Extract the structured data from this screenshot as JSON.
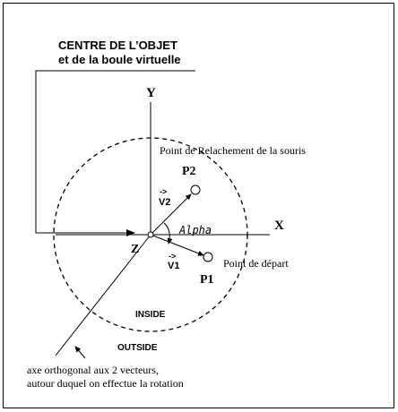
{
  "diagram": {
    "caption_line1": "CENTRE DE L’OBJET",
    "caption_line2": "et de la boule virtuelle",
    "axis_x": "X",
    "axis_y": "Y",
    "axis_z": "Z",
    "point_p1": "P1",
    "point_p2": "P2",
    "vector_v1": "V1",
    "vector_v2": "V2",
    "vector_arrow": "->",
    "angle": "Alpha",
    "release_label": "Point de Relachement de la souris",
    "start_label": "Point de départ",
    "inside": "INSIDE",
    "outside": "OUTSIDE",
    "axis_caption_line1": "axe orthogonal aux 2 vecteurs,",
    "axis_caption_line2": "autour duquel on effectue la rotation"
  }
}
